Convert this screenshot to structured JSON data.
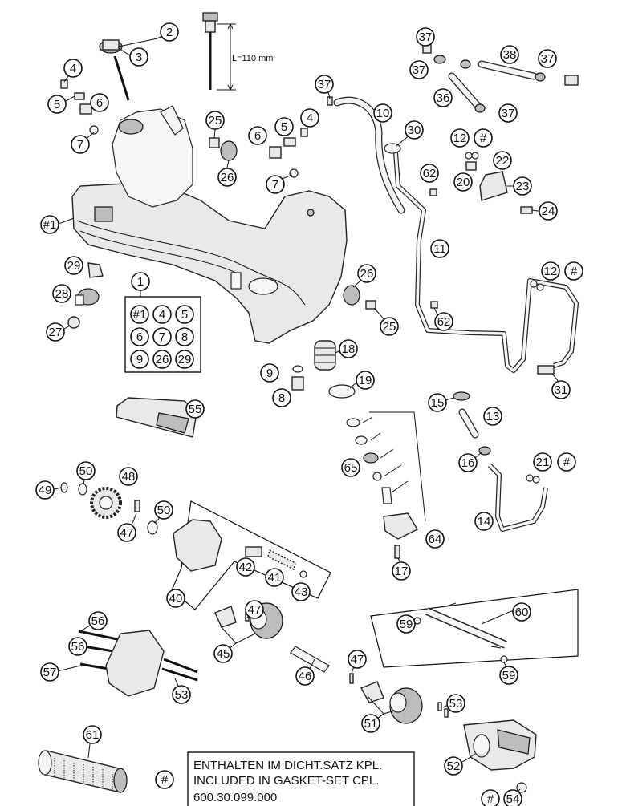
{
  "callouts": {
    "c2": "2",
    "c3": "3",
    "c4a": "4",
    "c5a": "5",
    "c6a": "6",
    "c7a": "7",
    "c1a": "#1",
    "c25a": "25",
    "c26a": "26",
    "c6b": "6",
    "c5b": "5",
    "c4b": "4",
    "c7b": "7",
    "c37a": "37",
    "c10": "10",
    "c37b": "37",
    "c37c": "37",
    "c38": "38",
    "c37d": "37",
    "c36": "36",
    "c37e": "37",
    "c30": "30",
    "c12a": "12",
    "h1": "#",
    "c62a": "62",
    "c20": "20",
    "c22": "22",
    "c23": "23",
    "c24": "24",
    "c11": "11",
    "c12b": "12",
    "h2": "#",
    "c62b": "62",
    "c26b": "26",
    "c25b": "25",
    "c18": "18",
    "c19": "19",
    "c9a": "9",
    "c8a": "8",
    "c29a": "29",
    "c28": "28",
    "c27": "27",
    "c1b": "1",
    "c55": "55",
    "c15": "15",
    "c13": "13",
    "c16": "16",
    "c21": "21",
    "h3": "#",
    "c14": "14",
    "c31": "31",
    "c65": "65",
    "c64": "64",
    "c17": "17",
    "c49": "49",
    "c50a": "50",
    "c48": "48",
    "c50b": "50",
    "c47a": "47",
    "c42": "42",
    "c41": "41",
    "c43": "43",
    "c40": "40",
    "c47b": "47",
    "c45": "45",
    "c46": "46",
    "c47c": "47",
    "c56a": "56",
    "c56b": "56",
    "c57": "57",
    "c53a": "53",
    "c60": "60",
    "c59a": "59",
    "c59b": "59",
    "c51": "51",
    "c53b": "53",
    "c52": "52",
    "c61": "61",
    "h4": "#",
    "h5": "#",
    "c54": "54"
  },
  "kit_box": {
    "g1": "#1",
    "g4": "4",
    "g5": "5",
    "g6": "6",
    "g7": "7",
    "g8": "8",
    "g9": "9",
    "g26": "26",
    "g29": "29"
  },
  "dipstick_label": "L=110 mm",
  "legend": {
    "symbol": "#",
    "line1": "ENTHALTEN IM DICHT.SATZ KPL.",
    "line2": "INCLUDED IN GASKET-SET CPL.",
    "line3": "600.30.099.000"
  }
}
